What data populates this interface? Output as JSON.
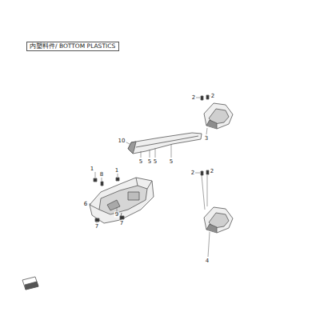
{
  "diagram": {
    "title": "内塑料件/ BOTTOM PLASTICS",
    "labels": [
      "10",
      "5",
      "5",
      "5",
      "5",
      "2",
      "2",
      "3",
      "2",
      "2",
      "4",
      "1",
      "8",
      "1",
      "6",
      "9",
      "7",
      "7"
    ]
  }
}
